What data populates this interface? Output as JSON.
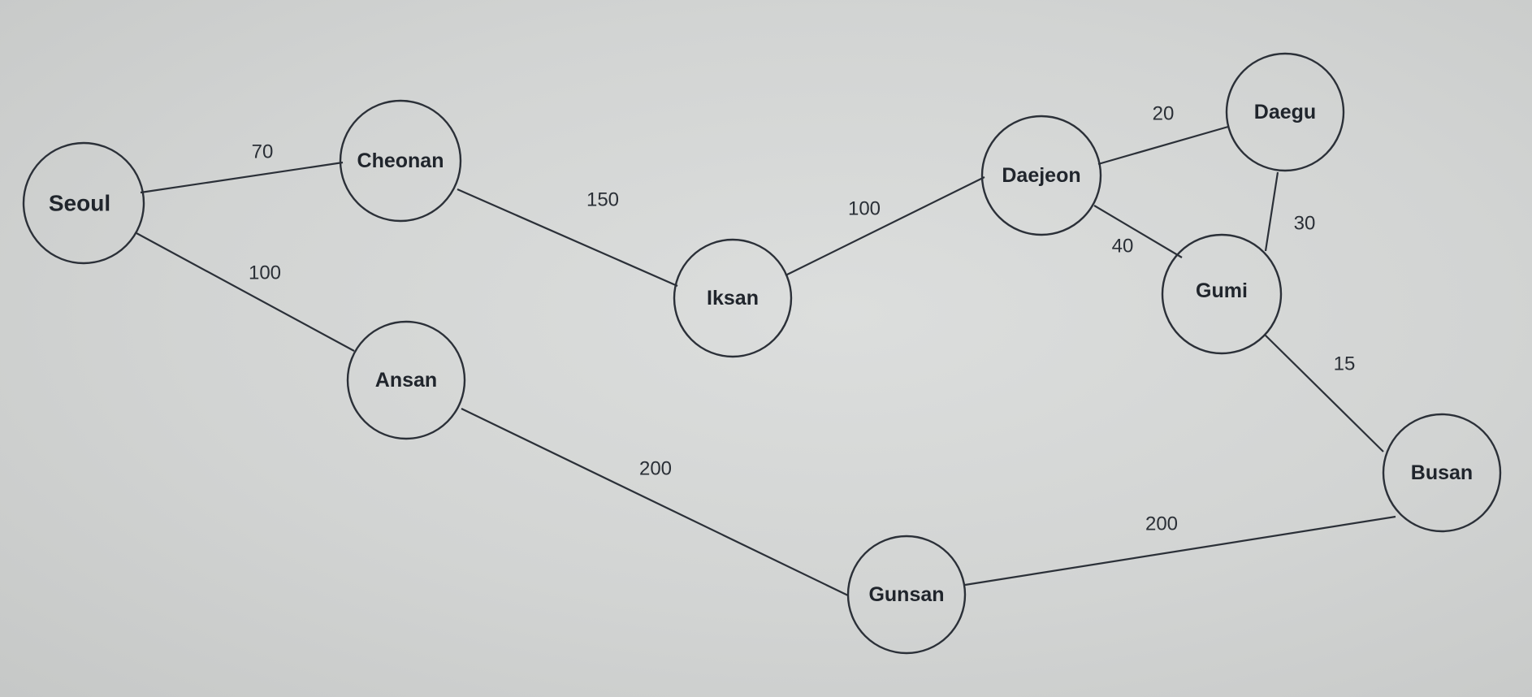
{
  "graph": {
    "nodes": [
      {
        "id": "seoul",
        "label": "Seoul"
      },
      {
        "id": "cheonan",
        "label": "Cheonan"
      },
      {
        "id": "ansan",
        "label": "Ansan"
      },
      {
        "id": "iksan",
        "label": "Iksan"
      },
      {
        "id": "daejeon",
        "label": "Daejeon"
      },
      {
        "id": "daegu",
        "label": "Daegu"
      },
      {
        "id": "gumi",
        "label": "Gumi"
      },
      {
        "id": "busan",
        "label": "Busan"
      },
      {
        "id": "gunsan",
        "label": "Gunsan"
      }
    ],
    "edges": [
      {
        "from": "seoul",
        "to": "cheonan",
        "weight": "70"
      },
      {
        "from": "seoul",
        "to": "ansan",
        "weight": "100"
      },
      {
        "from": "cheonan",
        "to": "iksan",
        "weight": "150"
      },
      {
        "from": "iksan",
        "to": "daejeon",
        "weight": "100"
      },
      {
        "from": "daejeon",
        "to": "daegu",
        "weight": "20"
      },
      {
        "from": "daejeon",
        "to": "gumi",
        "weight": "40"
      },
      {
        "from": "daegu",
        "to": "gumi",
        "weight": "30"
      },
      {
        "from": "gumi",
        "to": "busan",
        "weight": "15"
      },
      {
        "from": "ansan",
        "to": "gunsan",
        "weight": "200"
      },
      {
        "from": "gunsan",
        "to": "busan",
        "weight": "200"
      }
    ]
  }
}
